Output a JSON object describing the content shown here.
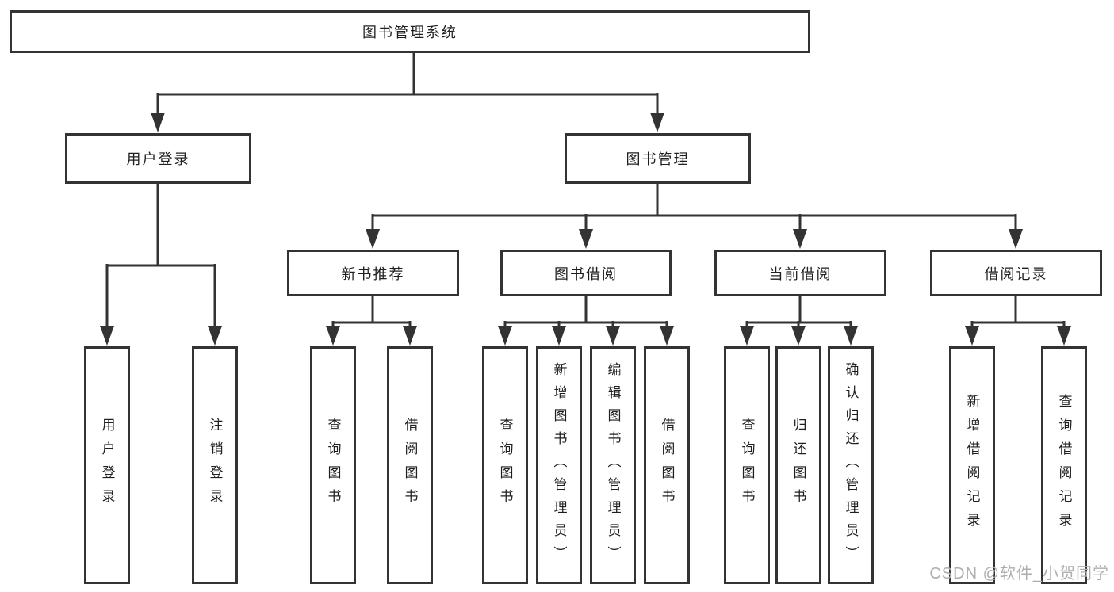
{
  "diagram": {
    "type": "hierarchy-tree",
    "nodes": {
      "root": {
        "label": "图书管理系统"
      },
      "user_login": {
        "label": "用户登录"
      },
      "book_management": {
        "label": "图书管理"
      },
      "new_book_recommend": {
        "label": "新书推荐"
      },
      "book_borrowing": {
        "label": "图书借阅"
      },
      "current_borrowing": {
        "label": "当前借阅"
      },
      "borrowing_records": {
        "label": "借阅记录"
      },
      "leaf_user_login": {
        "label": "用户登录"
      },
      "leaf_logout": {
        "label": "注销登录"
      },
      "leaf_query_book_recommend": {
        "label": "查询图书"
      },
      "leaf_borrow_book_recommend": {
        "label": "借阅图书"
      },
      "leaf_query_book_borrowing": {
        "label": "查询图书"
      },
      "leaf_add_book": {
        "label": "新增图书（管理员）"
      },
      "leaf_edit_book": {
        "label": "编辑图书（管理员）"
      },
      "leaf_borrow_book_borrowing": {
        "label": "借阅图书"
      },
      "leaf_query_book_current": {
        "label": "查询图书"
      },
      "leaf_return_book": {
        "label": "归还图书"
      },
      "leaf_confirm_return": {
        "label": "确认归还（管理员）"
      },
      "leaf_add_borrow_record": {
        "label": "新增借阅记录"
      },
      "leaf_query_borrow_record": {
        "label": "查询借阅记录"
      }
    },
    "edges": [
      [
        "图书管理系统",
        "用户登录"
      ],
      [
        "图书管理系统",
        "图书管理"
      ],
      [
        "用户登录",
        "用户登录"
      ],
      [
        "用户登录",
        "注销登录"
      ],
      [
        "图书管理",
        "新书推荐"
      ],
      [
        "图书管理",
        "图书借阅"
      ],
      [
        "图书管理",
        "当前借阅"
      ],
      [
        "图书管理",
        "借阅记录"
      ],
      [
        "新书推荐",
        "查询图书"
      ],
      [
        "新书推荐",
        "借阅图书"
      ],
      [
        "图书借阅",
        "查询图书"
      ],
      [
        "图书借阅",
        "新增图书（管理员）"
      ],
      [
        "图书借阅",
        "编辑图书（管理员）"
      ],
      [
        "图书借阅",
        "借阅图书"
      ],
      [
        "当前借阅",
        "查询图书"
      ],
      [
        "当前借阅",
        "归还图书"
      ],
      [
        "当前借阅",
        "确认归还（管理员）"
      ],
      [
        "借阅记录",
        "新增借阅记录"
      ],
      [
        "借阅记录",
        "查询借阅记录"
      ]
    ],
    "colors": {
      "line": "#333333",
      "box_border": "#333333",
      "box_fill": "#ffffff",
      "text": "#1f1f1f",
      "background": "#ffffff",
      "watermark": "#aeaeae"
    }
  },
  "watermark": {
    "text": "CSDN @软件_小贺同学"
  }
}
